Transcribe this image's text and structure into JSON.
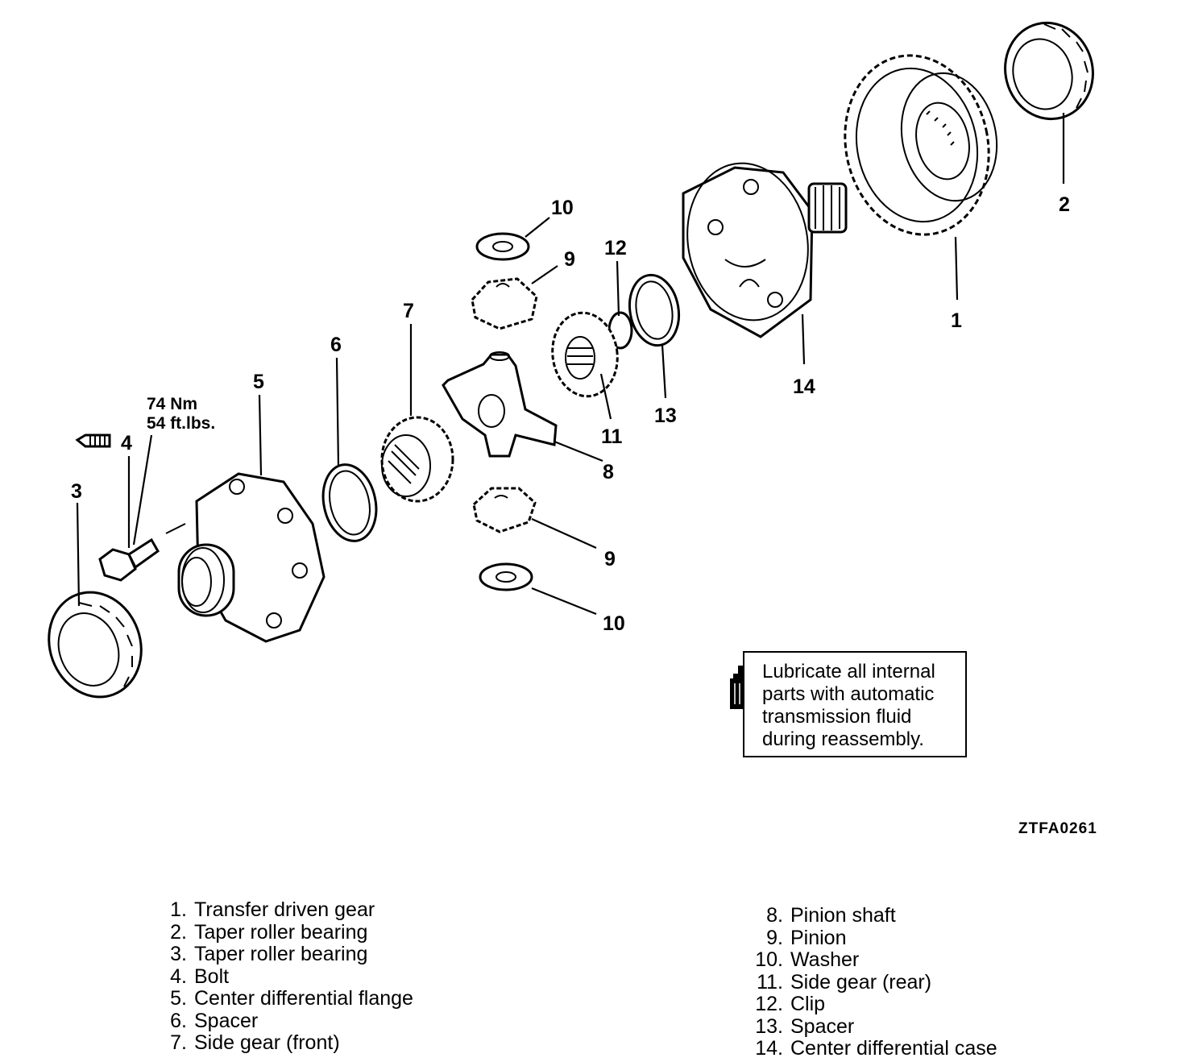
{
  "callouts": {
    "c1": "1",
    "c2": "2",
    "c3": "3",
    "c4": "4",
    "c5": "5",
    "c6": "6",
    "c7": "7",
    "c8": "8",
    "c9a": "9",
    "c9b": "9",
    "c10a": "10",
    "c10b": "10",
    "c11": "11",
    "c12": "12",
    "c13": "13",
    "c14": "14"
  },
  "torque": {
    "nm": "74 Nm",
    "ftlbs": "54 ft.lbs."
  },
  "figure_id": "ZTFA0261",
  "note": {
    "icon": "fluid-bottle-icon",
    "text": "Lubricate all internal parts with automatic transmission fluid during reassembly."
  },
  "legend": {
    "left": [
      {
        "num": "1.",
        "label": "Transfer driven gear"
      },
      {
        "num": "2.",
        "label": "Taper roller bearing"
      },
      {
        "num": "3.",
        "label": "Taper roller bearing"
      },
      {
        "num": "4.",
        "label": "Bolt"
      },
      {
        "num": "5.",
        "label": "Center differential flange"
      },
      {
        "num": "6.",
        "label": "Spacer"
      },
      {
        "num": "7.",
        "label": "Side gear (front)"
      }
    ],
    "right": [
      {
        "num": "8.",
        "label": "Pinion shaft"
      },
      {
        "num": "9.",
        "label": "Pinion"
      },
      {
        "num": "10.",
        "label": "Washer"
      },
      {
        "num": "11.",
        "label": "Side gear (rear)"
      },
      {
        "num": "12.",
        "label": "Clip"
      },
      {
        "num": "13.",
        "label": "Spacer"
      },
      {
        "num": "14.",
        "label": "Center differential case"
      }
    ]
  }
}
